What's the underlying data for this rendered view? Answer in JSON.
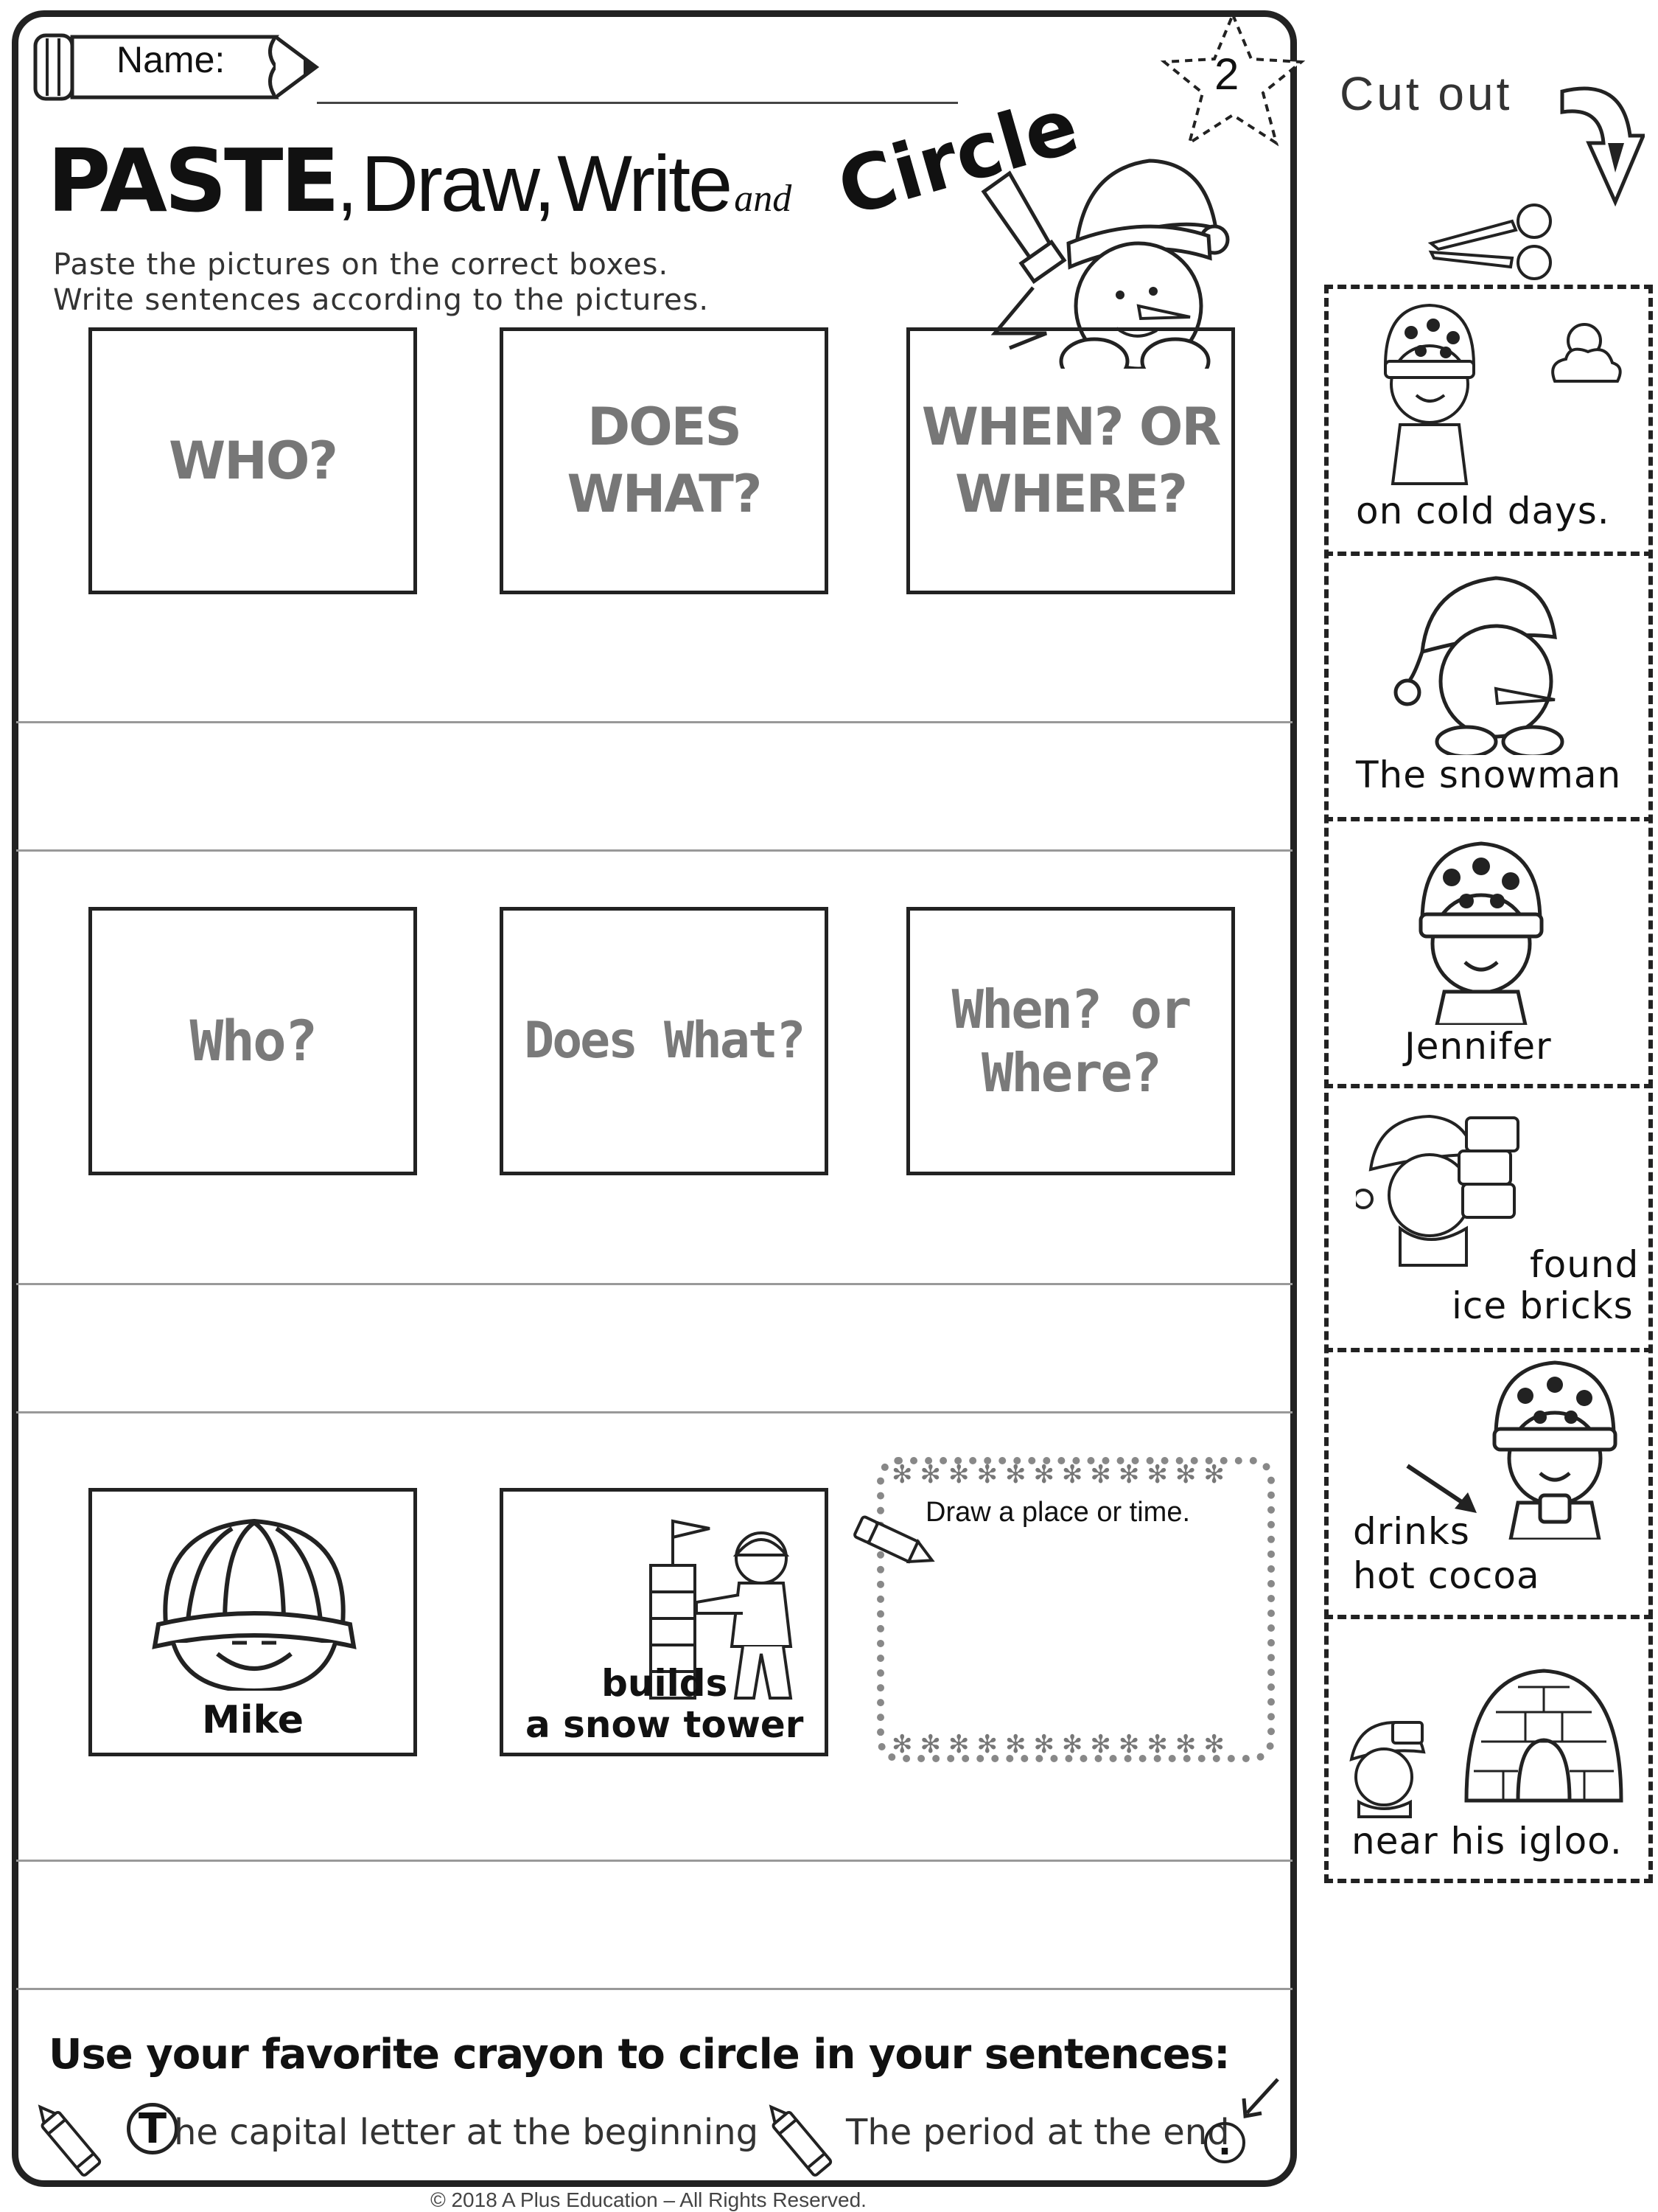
{
  "header": {
    "name_label": "Name:",
    "page_number": "2",
    "title_paste": "PASTE",
    "title_comma1": ",",
    "title_draw": "Draw,",
    "title_write": "Write",
    "title_and": "and",
    "title_circle": "Circle",
    "instruction_1": "Paste the pictures on the correct boxes.",
    "instruction_2": "Write sentences according to the pictures."
  },
  "row1": {
    "who": "WHO?",
    "does_what": "DOES WHAT?",
    "when_line1": "WHEN? OR",
    "when_line2": "WHERE?"
  },
  "row2": {
    "who": "Who?",
    "does_what": "Does What?",
    "when_line1": "When? or",
    "when_line2": "Where?"
  },
  "row3": {
    "who": "Mike",
    "does_what_line1": "builds",
    "does_what_line2": "a snow tower",
    "draw_prompt": "Draw a place or time."
  },
  "footer": {
    "heading": "Use your favorite crayon to circle in your sentences:",
    "tip1_letter": "T",
    "tip1_rest": "he capital letter at the beginning",
    "tip2": "The period at the end",
    "tip2_dot": ".",
    "copyright": "© 2018 A Plus Education – All Rights Reserved."
  },
  "cutout": {
    "title": "Cut out",
    "cards": [
      {
        "label": "on cold days."
      },
      {
        "label": "The snowman"
      },
      {
        "label": "Jennifer"
      },
      {
        "line1": "found",
        "line2": "ice bricks"
      },
      {
        "line1": "drinks",
        "line2": "hot cocoa"
      },
      {
        "label": "near his igloo."
      }
    ]
  }
}
